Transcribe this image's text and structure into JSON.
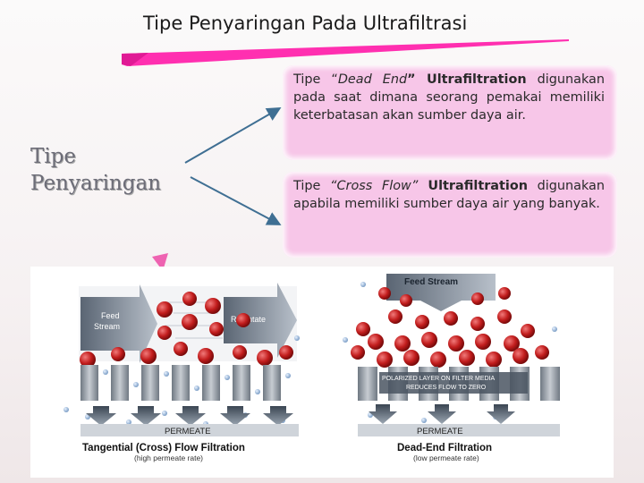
{
  "title": "Tipe Penyaringan Pada Ultrafiltrasi",
  "left_label": {
    "line1": "Tipe",
    "line2": "Penyaringan"
  },
  "box1": {
    "pre": "Tipe “",
    "italic": "Dead End",
    "bold": "” Ultrafiltration",
    "rest": " digunakan pada saat dimana seorang pemakai memiliki keterbatasan akan sumber daya air."
  },
  "box2": {
    "pre": "Tipe ",
    "italic": "“Cross Flow”",
    "bold": " Ultrafiltration",
    "rest": " digunakan apabila memiliki sumber daya air yang banyak."
  },
  "figure": {
    "left": {
      "feed_line1": "Feed",
      "feed_line2": "Stream",
      "retentate": "Retentate",
      "permeate": "PERMEATE",
      "caption": "Tangential (Cross) Flow Filtration",
      "sub": "(high permeate rate)"
    },
    "right": {
      "feed": "Feed Stream",
      "layer1": "POLARIZED LAYER ON FILTER MEDIA",
      "layer2": "REDUCES FLOW TO ZERO",
      "permeate": "PERMEATE",
      "caption": "Dead-End Filtration",
      "sub": "(low permeate rate)"
    }
  },
  "colors": {
    "box_bg": "#f7c6e8",
    "accent": "#ff2fb0",
    "arrow": "#3f6f93"
  }
}
